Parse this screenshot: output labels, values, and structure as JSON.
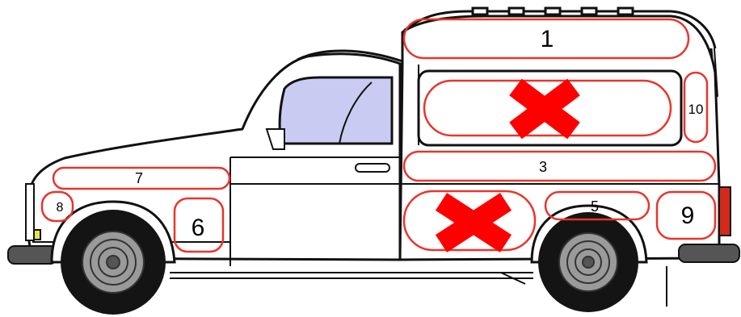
{
  "colors": {
    "outline": "#111111",
    "zone": "#e8352c",
    "cross": "#ff0000",
    "glass": "#c9cbf2",
    "tyre": "#141414",
    "hub": "#9a9a9a",
    "body": "#ffffff"
  },
  "zones": [
    {
      "id": "1",
      "label": "1",
      "crossed": false
    },
    {
      "id": "2",
      "label": "",
      "crossed": true
    },
    {
      "id": "3",
      "label": "3",
      "crossed": false
    },
    {
      "id": "4",
      "label": "",
      "crossed": true
    },
    {
      "id": "5",
      "label": "5",
      "crossed": false
    },
    {
      "id": "6",
      "label": "6",
      "crossed": false
    },
    {
      "id": "7",
      "label": "7",
      "crossed": false
    },
    {
      "id": "8",
      "label": "8",
      "crossed": false
    },
    {
      "id": "9",
      "label": "9",
      "crossed": false
    },
    {
      "id": "10",
      "label": "10",
      "crossed": false
    }
  ]
}
